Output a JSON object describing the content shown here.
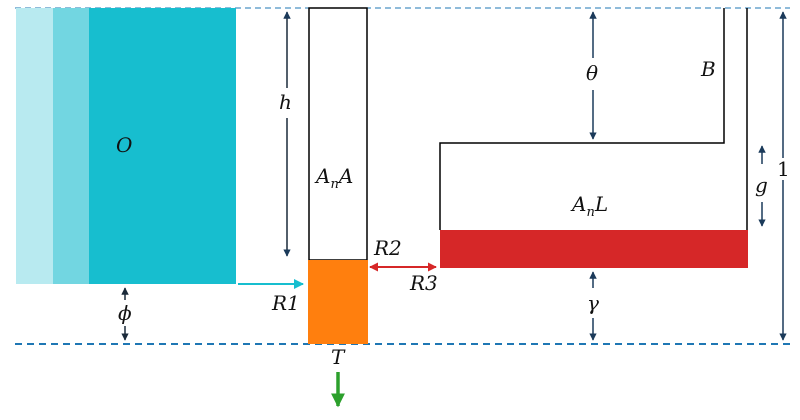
{
  "labels": {
    "O": "O",
    "h": "h",
    "AnA_base": "A",
    "AnA_sub": "n",
    "AnA_tail": "A",
    "AnL_base": "A",
    "AnL_sub": "n",
    "AnL_tail": "L",
    "B": "B",
    "theta": "θ",
    "g": "g",
    "one": "1",
    "R1": "R1",
    "R2": "R2",
    "R3": "R3",
    "phi": "ϕ",
    "gamma": "γ",
    "T": "T"
  },
  "colors": {
    "cyan_dark": "#17becf",
    "cyan_mid": "#72d6e1",
    "cyan_light": "#b8eaf0",
    "orange": "#ff7f0e",
    "red": "#d62728",
    "green": "#2ca02c",
    "dashed_line": "#1f77b4",
    "outline": "#000000",
    "text": "#111111"
  }
}
